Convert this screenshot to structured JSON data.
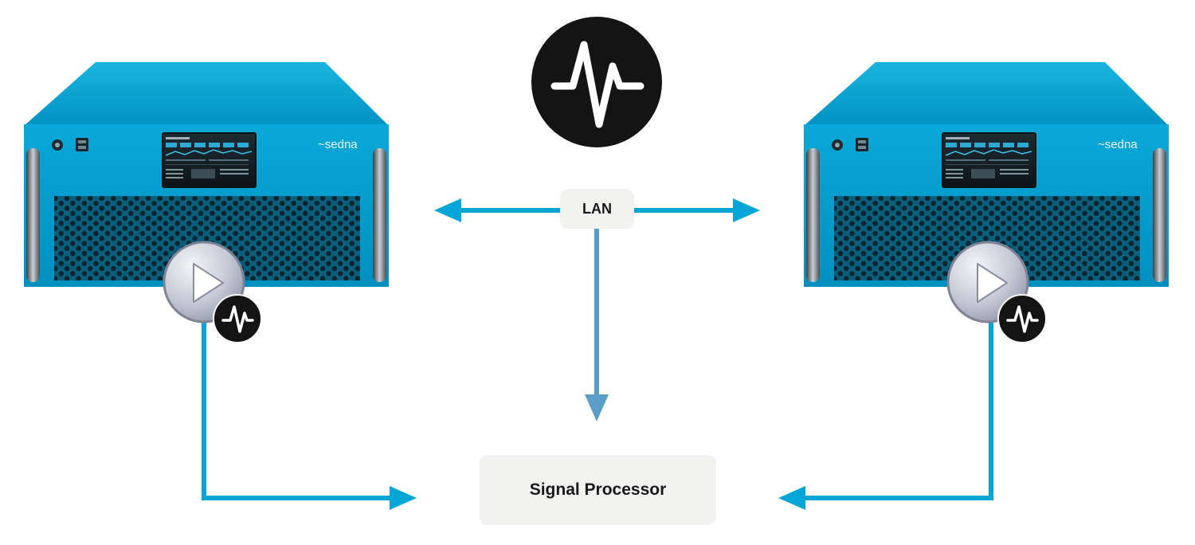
{
  "diagram": {
    "nodes": {
      "lan": {
        "label": "LAN"
      },
      "signal_processor": {
        "label": "Signal Processor"
      },
      "device_left": {
        "brand": "~sedna"
      },
      "device_right": {
        "brand": "~sedna"
      }
    },
    "icons": {
      "top": "pulse-icon",
      "badge": "pulse-icon",
      "play": "play-icon"
    },
    "edges": [
      {
        "from": "lan",
        "to": "device_left"
      },
      {
        "from": "lan",
        "to": "device_right"
      },
      {
        "from": "lan",
        "to": "signal_processor"
      },
      {
        "from": "device_left",
        "to": "signal_processor"
      },
      {
        "from": "device_right",
        "to": "signal_processor"
      }
    ],
    "colors": {
      "device_body": "#00a6d6",
      "device_grille": "#0b2530",
      "connector_line": "#00a6d6",
      "lan_down_line": "#5b9fc8",
      "pulse_circle": "#141414",
      "node_box": "#f2f2f1"
    }
  }
}
